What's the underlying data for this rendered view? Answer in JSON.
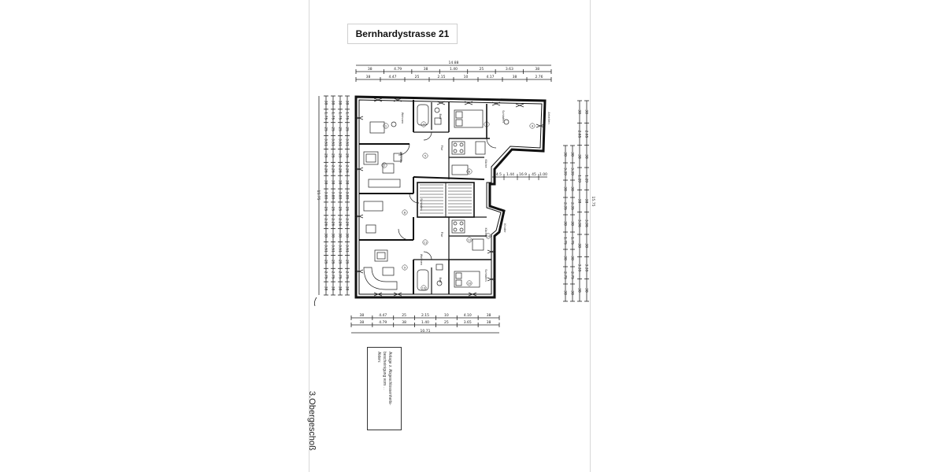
{
  "title": "Bernhardystrasse 21",
  "floor_label": "3.Obergeschoß",
  "stamp_lines": [
    "Anlage z. Abgeschlossenheits-",
    "bescheinigung vom  .  .",
    "Akten:"
  ],
  "dim_top": {
    "total": "14.88",
    "row1": [
      "38",
      "4.79",
      "38",
      "1.40",
      "25",
      "3.63",
      "38"
    ],
    "row2": [
      "38",
      "4.47",
      "25",
      "2.15",
      "10",
      "4.17",
      "38",
      "2.76"
    ]
  },
  "dim_bottom": {
    "row1": [
      "38",
      "4.47",
      "25",
      "2.15",
      "10",
      "4.10",
      "38"
    ],
    "row2": [
      "38",
      "4.79",
      "38",
      "1.40",
      "25",
      "3.65",
      "38"
    ],
    "total": "10.71"
  },
  "dim_left": {
    "total": "15.75",
    "labels": [
      "38",
      "1.75",
      "25",
      "3.51",
      "25",
      "2.26",
      "38",
      "3.89",
      "25",
      "2.26",
      "38",
      "3.51",
      "25",
      "2.75",
      "38"
    ]
  },
  "dim_right": {
    "total": "15.75",
    "labels": [
      "38",
      "2.65",
      "38",
      "1.29",
      "38",
      "3.96",
      "38",
      "3.39",
      "38",
      "2.35",
      "38",
      "1.75",
      "38",
      "2.75",
      "38"
    ]
  },
  "mid_dims": [
    "24.5",
    "1.44",
    "16.9",
    "45",
    "1.00"
  ],
  "rooms": [
    {
      "label": "Wohnen",
      "num": "1"
    },
    {
      "label": "Wohnen",
      "num": "2"
    },
    {
      "label": "Schlafen",
      "num": "3"
    },
    {
      "label": "Arbeiten",
      "num": "4"
    },
    {
      "label": "Flur",
      "num": "5"
    },
    {
      "label": "Küche",
      "num": "6"
    },
    {
      "label": "Bad",
      "num": "7"
    },
    {
      "label": "Schlafen",
      "num": "8"
    },
    {
      "label": "Wohnen",
      "num": "9"
    },
    {
      "label": "Schlafen",
      "num": "10"
    },
    {
      "label": "Flur",
      "num": "11"
    },
    {
      "label": "Küche",
      "num": "12"
    },
    {
      "label": "Bad",
      "num": "13"
    },
    {
      "label": "Kinder",
      "num": "14"
    }
  ]
}
